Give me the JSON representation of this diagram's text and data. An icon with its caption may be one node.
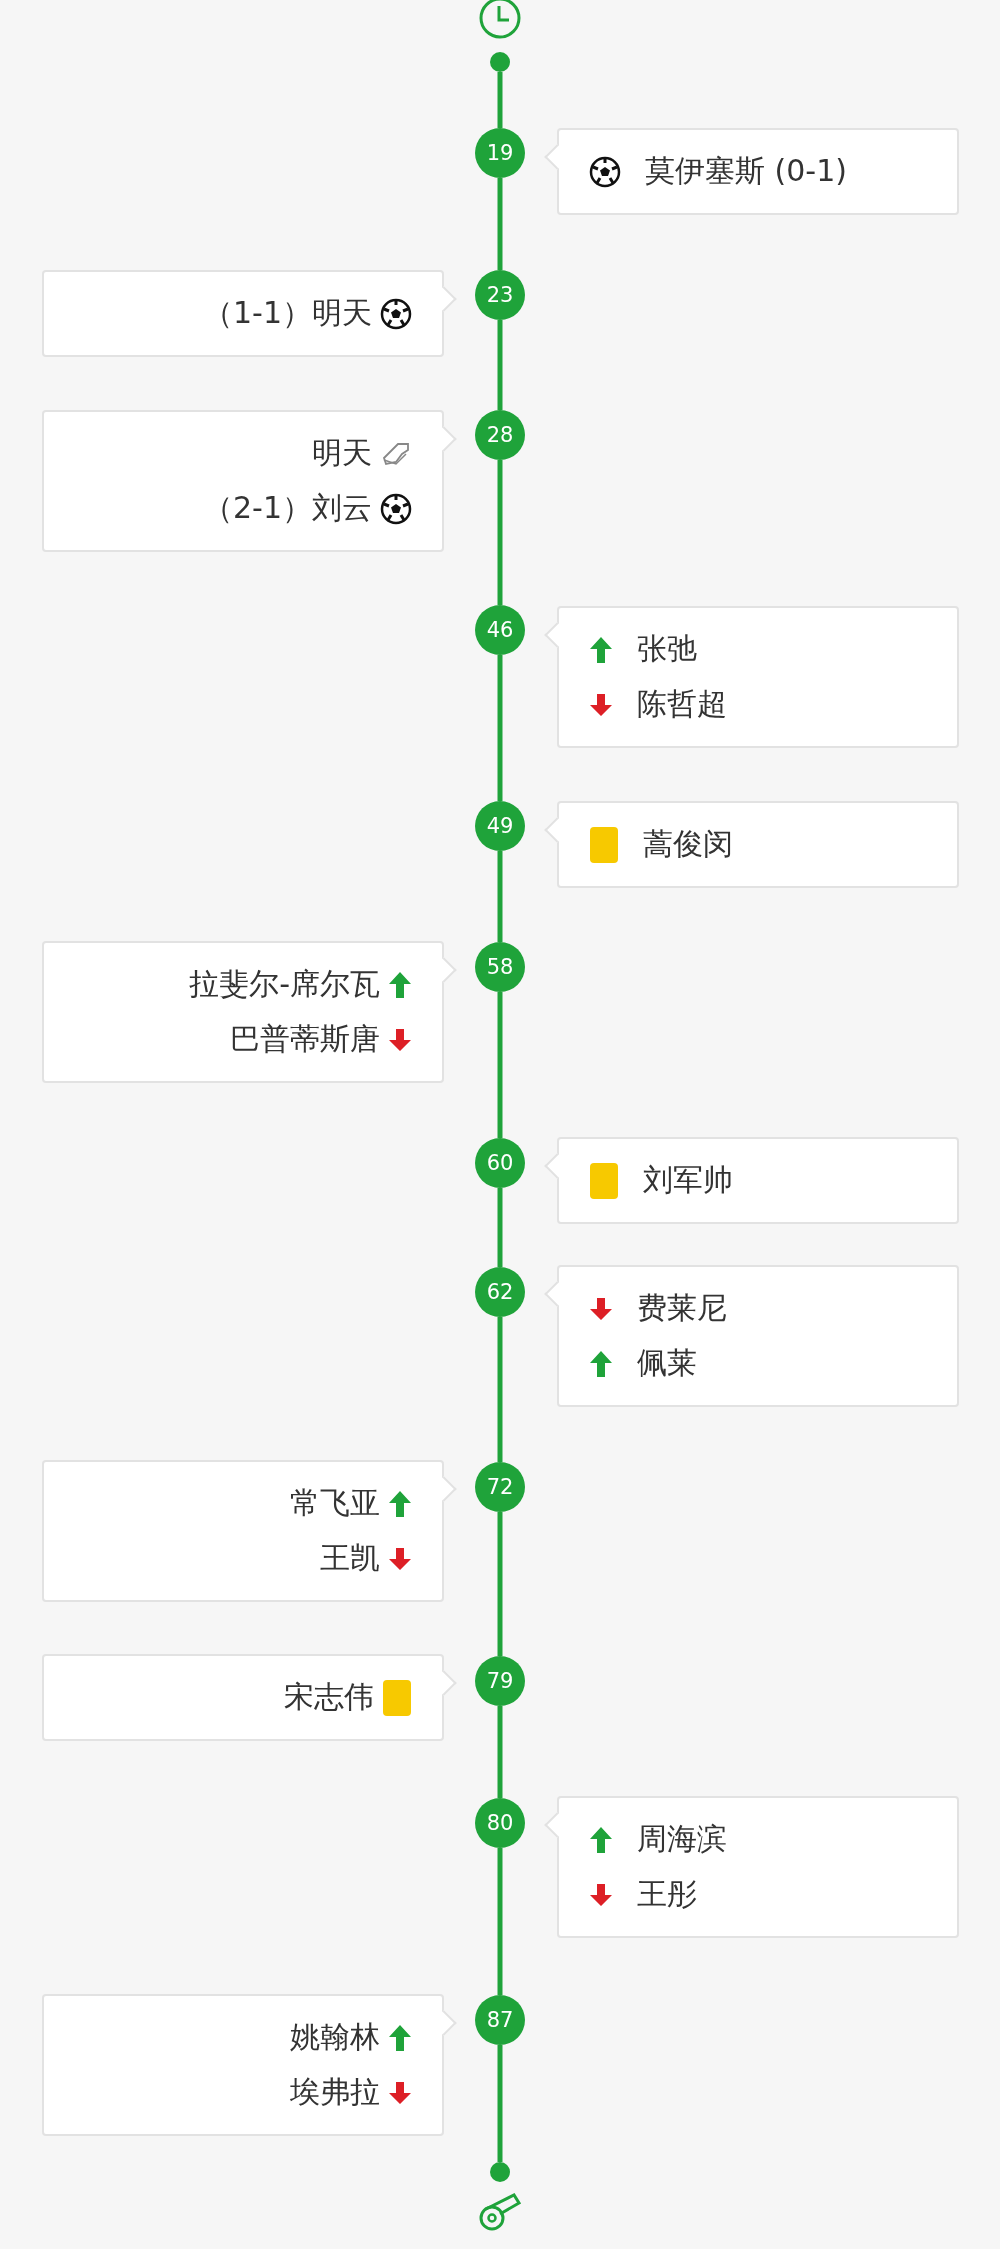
{
  "diagram": {
    "nodes": [
      {
        "text": [],
        "shape": "circle"
      },
      {
        "text": [
          "19"
        ]
      },
      {
        "text": [
          "莫伊塞斯 (0-1)"
        ]
      },
      {
        "text": [
          "23"
        ]
      },
      {
        "text": [
          "（1-1）明天"
        ]
      },
      {
        "text": [
          "28"
        ]
      },
      {
        "text": [
          "明天",
          "（2-1）刘云"
        ]
      },
      {
        "text": [
          "46"
        ]
      },
      {
        "text": [
          "张弛",
          "陈哲超"
        ]
      },
      {
        "text": [
          "49"
        ]
      },
      {
        "text": [
          "蒿俊闵"
        ]
      },
      {
        "text": [
          "58"
        ]
      },
      {
        "text": [
          "拉斐尔-席尔瓦",
          "巴普蒂斯唐"
        ]
      },
      {
        "text": [
          "60"
        ]
      },
      {
        "text": [
          "刘军帅"
        ]
      },
      {
        "text": [
          "62"
        ]
      },
      {
        "text": [
          "费莱尼",
          "佩莱"
        ]
      },
      {
        "text": [
          "72"
        ]
      },
      {
        "text": [
          "常飞亚",
          "王凯"
        ]
      },
      {
        "text": [
          "79"
        ]
      },
      {
        "text": [
          "宋志伟"
        ]
      },
      {
        "text": [
          "80"
        ]
      },
      {
        "text": [
          "周海滨",
          "王彤"
        ]
      },
      {
        "text": [
          "87"
        ]
      },
      {
        "text": [
          "姚翰林",
          "埃弗拉"
        ]
      },
      {
        "text": [],
        "shape": "circle"
      }
    ],
    "edges": [
      {
        "from": 0,
        "to": 1,
        "arrow": "none"
      },
      {
        "from": 1,
        "to": 3,
        "arrow": "none"
      },
      {
        "from": 3,
        "to": 5,
        "arrow": "none"
      },
      {
        "from": 5,
        "to": 7,
        "arrow": "none"
      },
      {
        "from": 7,
        "to": 9,
        "arrow": "none"
      },
      {
        "from": 9,
        "to": 11,
        "arrow": "none"
      },
      {
        "from": 11,
        "to": 13,
        "arrow": "none"
      },
      {
        "from": 13,
        "to": 15,
        "arrow": "none"
      },
      {
        "from": 15,
        "to": 17,
        "arrow": "none"
      },
      {
        "from": 17,
        "to": 19,
        "arrow": "none"
      },
      {
        "from": 19,
        "to": 21,
        "arrow": "none"
      },
      {
        "from": 21,
        "to": 23,
        "arrow": "none"
      },
      {
        "from": 23,
        "to": 25,
        "arrow": "none"
      }
    ]
  }
}
